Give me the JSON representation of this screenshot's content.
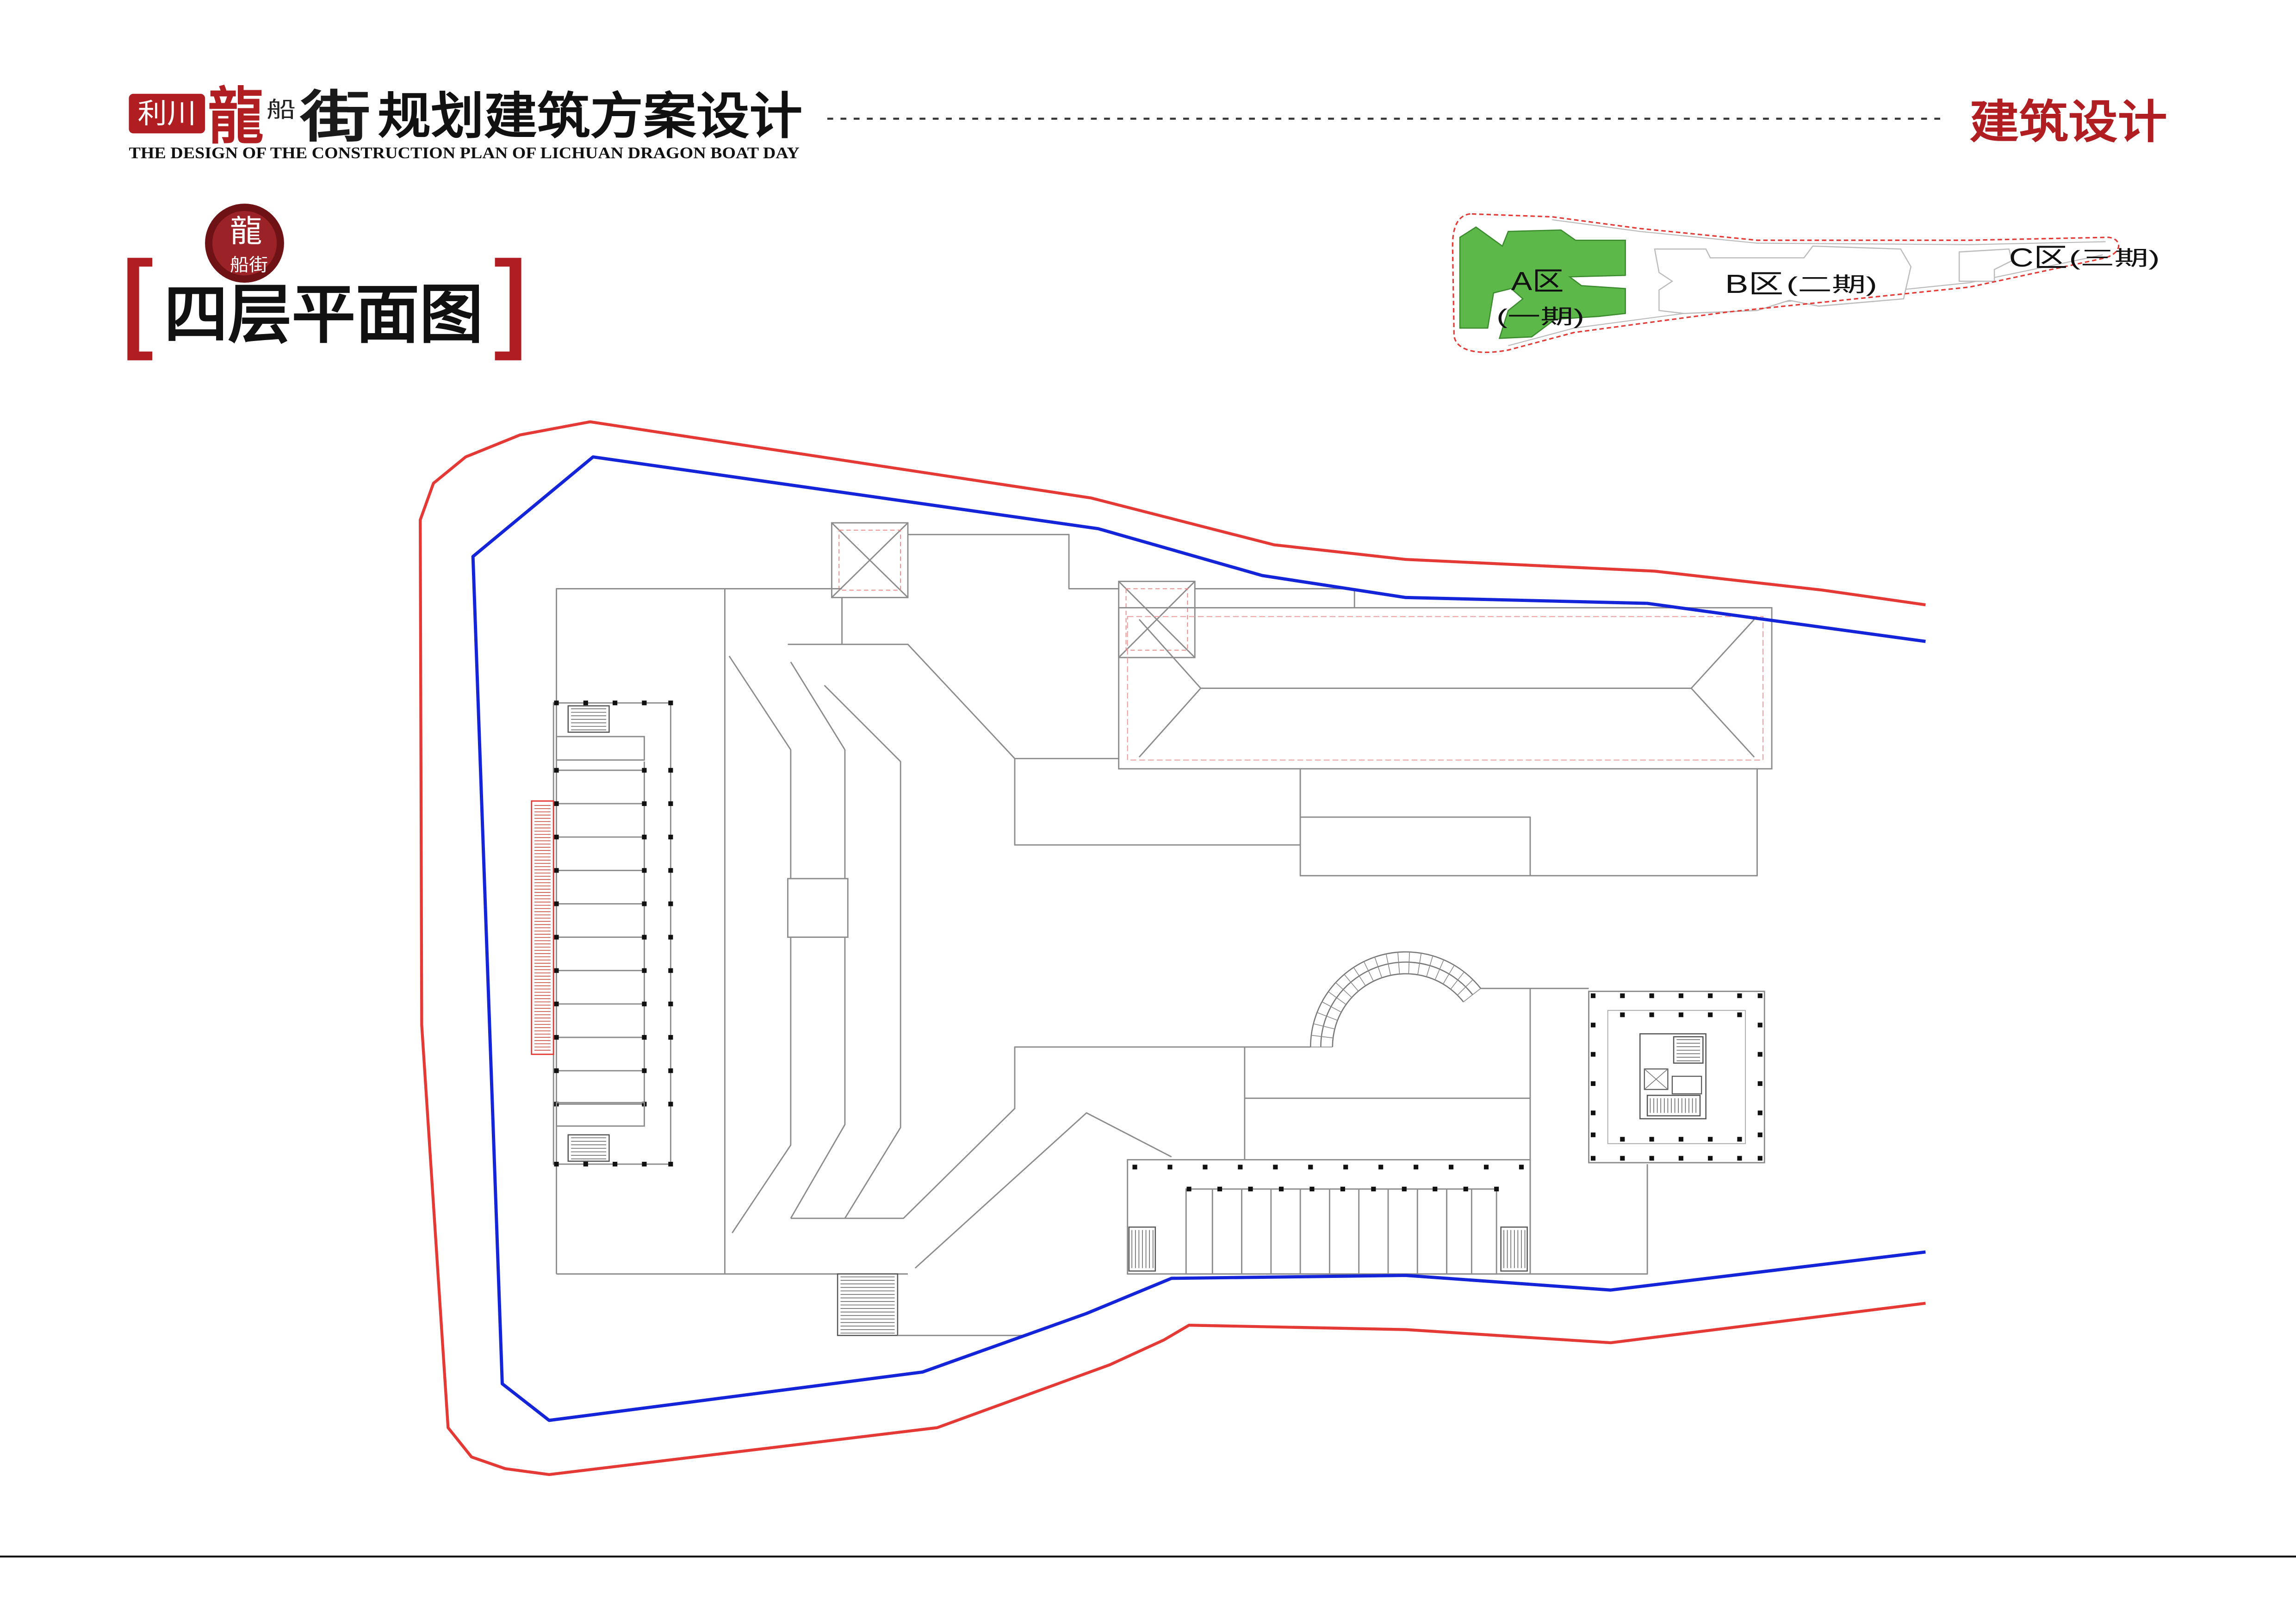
{
  "header": {
    "seal_text": "利川",
    "logo_dragon": "龍",
    "logo_boat": "船",
    "logo_street": "街",
    "title": "规划建筑方案设计",
    "subtitle": "THE DESIGN OF THE CONSTRUCTION PLAN OF LICHUAN DRAGON BOAT DAY",
    "section": "建筑设计"
  },
  "page_title": {
    "text": "四层平面图",
    "badge_top": "龍",
    "badge_bottom": "船街"
  },
  "key_map": {
    "zones": [
      {
        "label": "A区",
        "phase": "(一期)",
        "highlighted": true
      },
      {
        "label": "B区",
        "phase": "(二期)",
        "highlighted": false
      },
      {
        "label": "C区",
        "phase": "(三期)",
        "highlighted": false
      }
    ]
  },
  "colors": {
    "accent_red": "#b01e22",
    "site_boundary": "#e53935",
    "inner_boundary": "#1424d8",
    "highlight_green": "#5cb848",
    "plan_lines": "#8c8c8c"
  }
}
